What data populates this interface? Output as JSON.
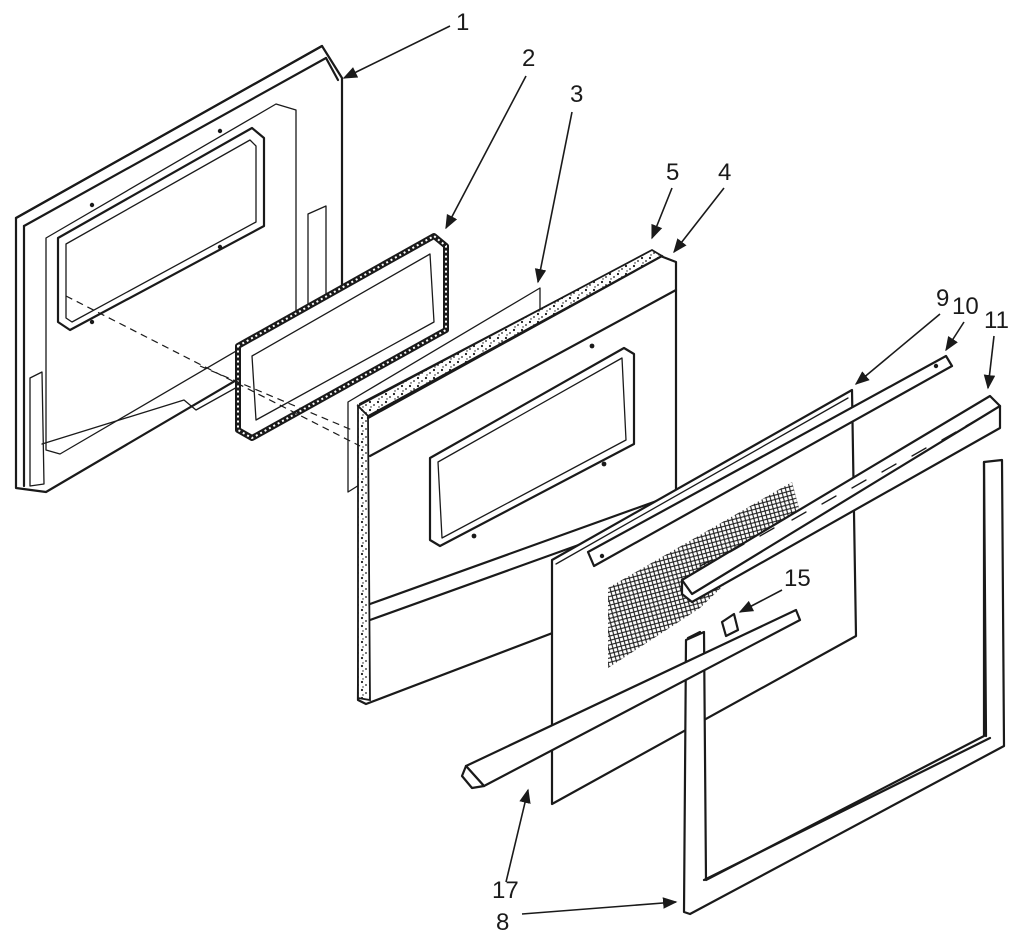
{
  "callouts": [
    {
      "id": "1",
      "label": "1"
    },
    {
      "id": "2",
      "label": "2"
    },
    {
      "id": "3",
      "label": "3"
    },
    {
      "id": "4",
      "label": "4"
    },
    {
      "id": "5",
      "label": "5"
    },
    {
      "id": "8",
      "label": "8"
    },
    {
      "id": "9",
      "label": "9"
    },
    {
      "id": "10",
      "label": "10"
    },
    {
      "id": "11",
      "label": "11"
    },
    {
      "id": "15",
      "label": "15"
    },
    {
      "id": "17",
      "label": "17"
    }
  ]
}
